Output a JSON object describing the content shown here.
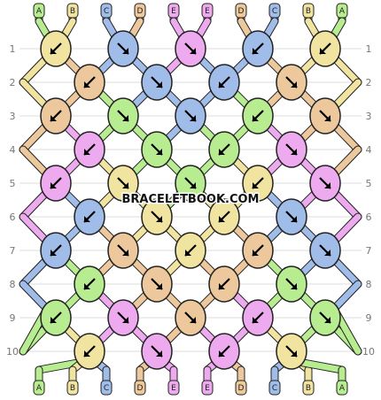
{
  "watermark": "BRACELETBOOK.COM",
  "colors": {
    "A": "#b8ec90",
    "B": "#f0e4a0",
    "C": "#a0bce8",
    "D": "#ecc89c",
    "E": "#eeaaee",
    "outline": "#222222",
    "gridline": "#dddddd"
  },
  "top_strands": [
    "A",
    "B",
    "C",
    "D",
    "E",
    "E",
    "D",
    "C",
    "B",
    "A"
  ],
  "bottom_strands": [
    "A",
    "B",
    "C",
    "D",
    "E",
    "E",
    "D",
    "C",
    "B",
    "A"
  ],
  "row_labels": [
    "1",
    "2",
    "3",
    "4",
    "5",
    "6",
    "7",
    "8",
    "9",
    "10"
  ],
  "knot_rows": [
    [
      {
        "color": "B",
        "arrow": "down-left"
      },
      {
        "color": "C",
        "arrow": "down-right"
      },
      {
        "color": "E",
        "arrow": "down-right"
      },
      {
        "color": "C",
        "arrow": "down-left"
      },
      {
        "color": "B",
        "arrow": "down-left"
      }
    ],
    [
      {
        "color": "D",
        "arrow": "down-left"
      },
      {
        "color": "C",
        "arrow": "down-right"
      },
      {
        "color": "C",
        "arrow": "down-left"
      },
      {
        "color": "D",
        "arrow": "down-right"
      }
    ],
    [
      {
        "color": "D",
        "arrow": "down-left"
      },
      {
        "color": "A",
        "arrow": "down-right"
      },
      {
        "color": "C",
        "arrow": "down-right"
      },
      {
        "color": "A",
        "arrow": "down-left"
      },
      {
        "color": "D",
        "arrow": "down-right"
      }
    ],
    [
      {
        "color": "E",
        "arrow": "down-left"
      },
      {
        "color": "A",
        "arrow": "down-right"
      },
      {
        "color": "A",
        "arrow": "down-left"
      },
      {
        "color": "E",
        "arrow": "down-right"
      }
    ],
    [
      {
        "color": "E",
        "arrow": "down-left"
      },
      {
        "color": "B",
        "arrow": "down-right"
      },
      {
        "color": "A",
        "arrow": "down-right"
      },
      {
        "color": "B",
        "arrow": "down-left"
      },
      {
        "color": "E",
        "arrow": "down-right"
      }
    ],
    [
      {
        "color": "C",
        "arrow": "down-left"
      },
      {
        "color": "B",
        "arrow": "down-right"
      },
      {
        "color": "B",
        "arrow": "down-left"
      },
      {
        "color": "C",
        "arrow": "down-right"
      }
    ],
    [
      {
        "color": "C",
        "arrow": "down-left"
      },
      {
        "color": "D",
        "arrow": "down-right"
      },
      {
        "color": "B",
        "arrow": "down-left"
      },
      {
        "color": "D",
        "arrow": "down-left"
      },
      {
        "color": "C",
        "arrow": "down-right"
      }
    ],
    [
      {
        "color": "A",
        "arrow": "down-left"
      },
      {
        "color": "D",
        "arrow": "down-right"
      },
      {
        "color": "D",
        "arrow": "down-left"
      },
      {
        "color": "A",
        "arrow": "down-right"
      }
    ],
    [
      {
        "color": "A",
        "arrow": "down-left"
      },
      {
        "color": "E",
        "arrow": "down-right"
      },
      {
        "color": "D",
        "arrow": "down-right"
      },
      {
        "color": "E",
        "arrow": "down-left"
      },
      {
        "color": "A",
        "arrow": "down-right"
      }
    ],
    [
      {
        "color": "B",
        "arrow": "down-left"
      },
      {
        "color": "E",
        "arrow": "down-right"
      },
      {
        "color": "E",
        "arrow": "down-left"
      },
      {
        "color": "B",
        "arrow": "down-right"
      }
    ]
  ]
}
